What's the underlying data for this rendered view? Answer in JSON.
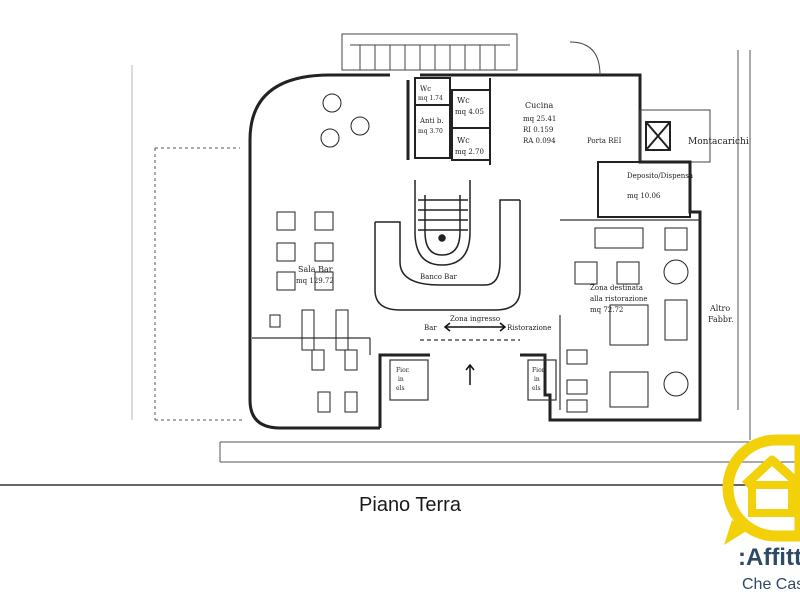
{
  "caption": "Piano Terra",
  "rooms": {
    "sala_bar": [
      "Sala Bar",
      "mq 129.72"
    ],
    "wc_small": [
      "Wc",
      "mq 1.74"
    ],
    "anti_b": [
      "Anti b.",
      "mq 3.70"
    ],
    "wc_a": [
      "Wc",
      "mq 4.05"
    ],
    "wc_b": [
      "Wc",
      "mq 2.70"
    ],
    "cucina": [
      "Cucina",
      "mq 25.41",
      "RI 0.159",
      "RA 0.094"
    ],
    "porta_rei": "Porta REI",
    "montacarichi": "Montacarichi",
    "deposito": [
      "Deposito/Dispensa",
      "mq 10.06"
    ],
    "banco_bar": "Banco Bar",
    "zona_ingresso": "Zona ingresso",
    "bar": "Bar",
    "ristorazione": "Ristorazione",
    "zona_rist": [
      "Zona destinata",
      "alla ristorazione",
      "mq 72.72"
    ],
    "altro": [
      "Altro",
      "Fabbr."
    ],
    "fior_left": [
      "Fior.",
      "in",
      "els"
    ],
    "fior_right": [
      "Fior.",
      "in",
      "els"
    ]
  },
  "logo": {
    "text": ":Affitt",
    "sub": "Che Casa",
    "color": "#f2d10a",
    "text_color": "#2f4a64"
  }
}
